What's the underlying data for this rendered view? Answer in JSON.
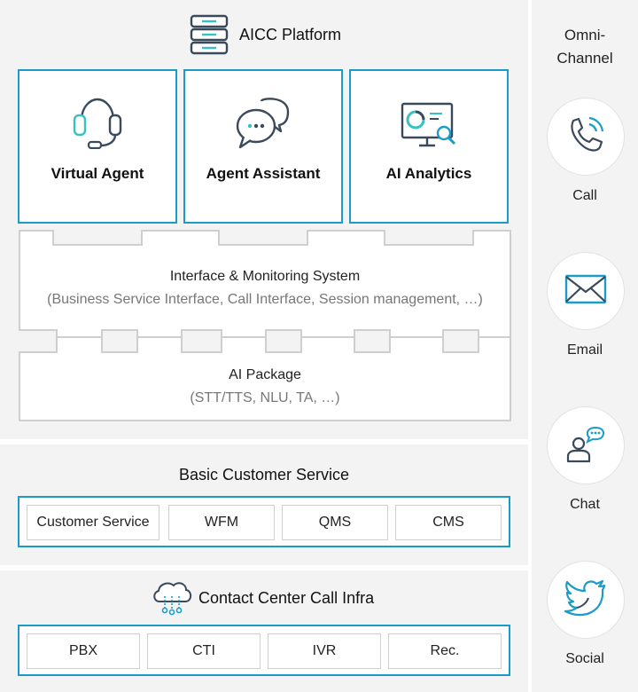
{
  "platform": {
    "title": "AICC Platform",
    "icon": "database-icon",
    "cards": [
      {
        "label": "Virtual Agent",
        "icon": "headset-icon"
      },
      {
        "label": "Agent Assistant",
        "icon": "chat-bubbles-icon"
      },
      {
        "label": "AI Analytics",
        "icon": "monitor-analytics-icon"
      }
    ],
    "interface": {
      "title": "Interface & Monitoring System",
      "subtitle": "(Business Service Interface, Call Interface, Session management, …)"
    },
    "ai_package": {
      "title": "AI Package",
      "subtitle": "(STT/TTS, NLU, TA, …)"
    }
  },
  "basic_service": {
    "title": "Basic Customer Service",
    "items": [
      "Customer Service",
      "WFM",
      "QMS",
      "CMS"
    ]
  },
  "call_infra": {
    "title": "Contact Center Call Infra",
    "icon": "cloud-network-icon",
    "items": [
      "PBX",
      "CTI",
      "IVR",
      "Rec."
    ]
  },
  "omni_channel": {
    "title_line1": "Omni-",
    "title_line2": "Channel",
    "channels": [
      {
        "label": "Call",
        "icon": "phone-icon"
      },
      {
        "label": "Email",
        "icon": "envelope-icon"
      },
      {
        "label": "Chat",
        "icon": "person-chat-icon"
      },
      {
        "label": "Social",
        "icon": "bird-icon"
      }
    ]
  },
  "colors": {
    "accent": "#1b9cc8",
    "panel": "#f3f3f3",
    "border": "#cfcfcf",
    "icon_dark": "#3a4a5a",
    "icon_teal": "#35c2c0"
  }
}
